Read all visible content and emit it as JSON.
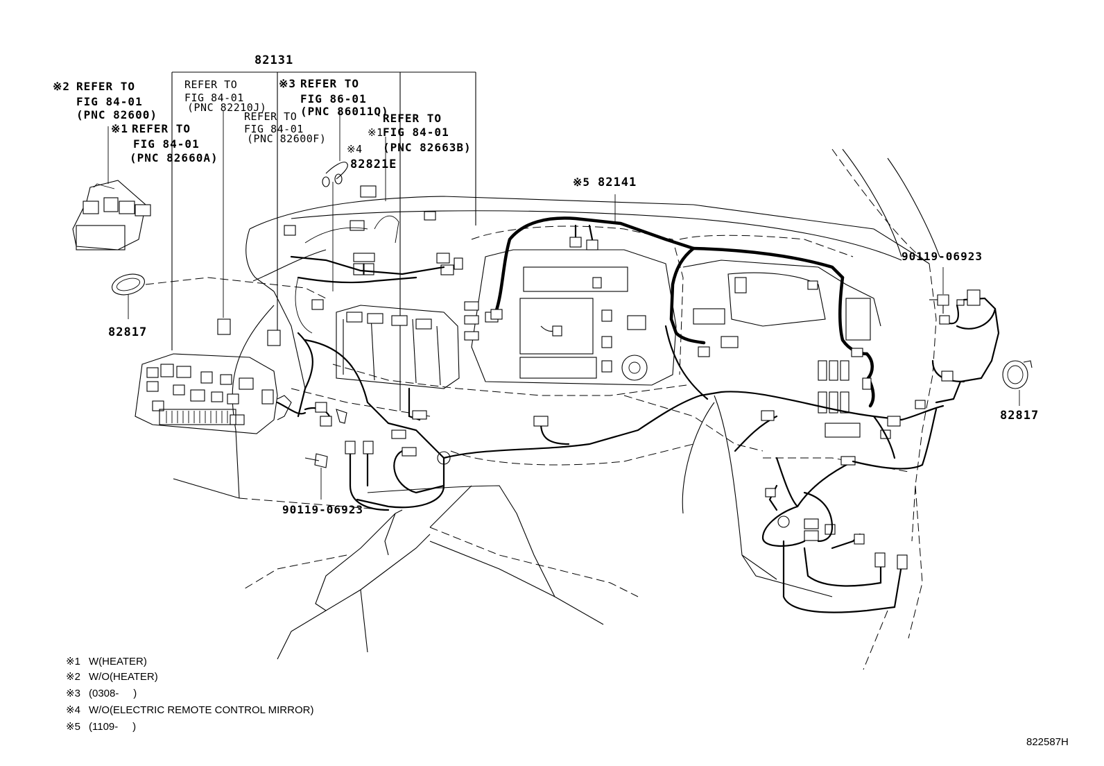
{
  "part_labels": {
    "main_harness": "82131",
    "ref_82600_mark": "※2",
    "ref_82600_l1": "REFER TO",
    "ref_82600_l2": "FIG 84-01",
    "ref_82600_l3": "(PNC 82600)",
    "ref_82660a_mark": "※1",
    "ref_82660a_l1": "REFER TO",
    "ref_82660a_l2": "FIG 84-01",
    "ref_82660a_l3": "(PNC 82660A)",
    "ref_82210j_l1": "REFER TO",
    "ref_82210j_l2": "FIG 84-01",
    "ref_82210j_l3": "(PNC 82210J)",
    "ref_82600f_l1": "REFER TO",
    "ref_82600f_l2": "FIG 84-01",
    "ref_82600f_l3": "(PNC 82600F)",
    "ref_86011q_mark": "※3",
    "ref_86011q_l1": "REFER TO",
    "ref_86011q_l2": "FIG 86-01",
    "ref_86011q_l3": "(PNC 86011Q)",
    "ref_82663b_mark": "※1",
    "ref_82663b_l1": "REFER TO",
    "ref_82663b_l2": "FIG 84-01",
    "ref_82663b_l3": "(PNC 82663B)",
    "mirror_mark": "※4",
    "mirror_part": "82821E",
    "harness2_mark": "※5",
    "harness2_part": "82141",
    "bolt_right": "90119-06923",
    "bolt_left": "90119-06923",
    "grommet_left": "82817",
    "grommet_right": "82817"
  },
  "legend": [
    {
      "mark": "※1",
      "text": "W(HEATER)"
    },
    {
      "mark": "※2",
      "text": "W/O(HEATER)"
    },
    {
      "mark": "※3",
      "text": "(0308-     )"
    },
    {
      "mark": "※4",
      "text": "W/O(ELECTRIC REMOTE CONTROL MIRROR)"
    },
    {
      "mark": "※5",
      "text": "(1109-     )"
    }
  ],
  "figure_id": "822587H"
}
